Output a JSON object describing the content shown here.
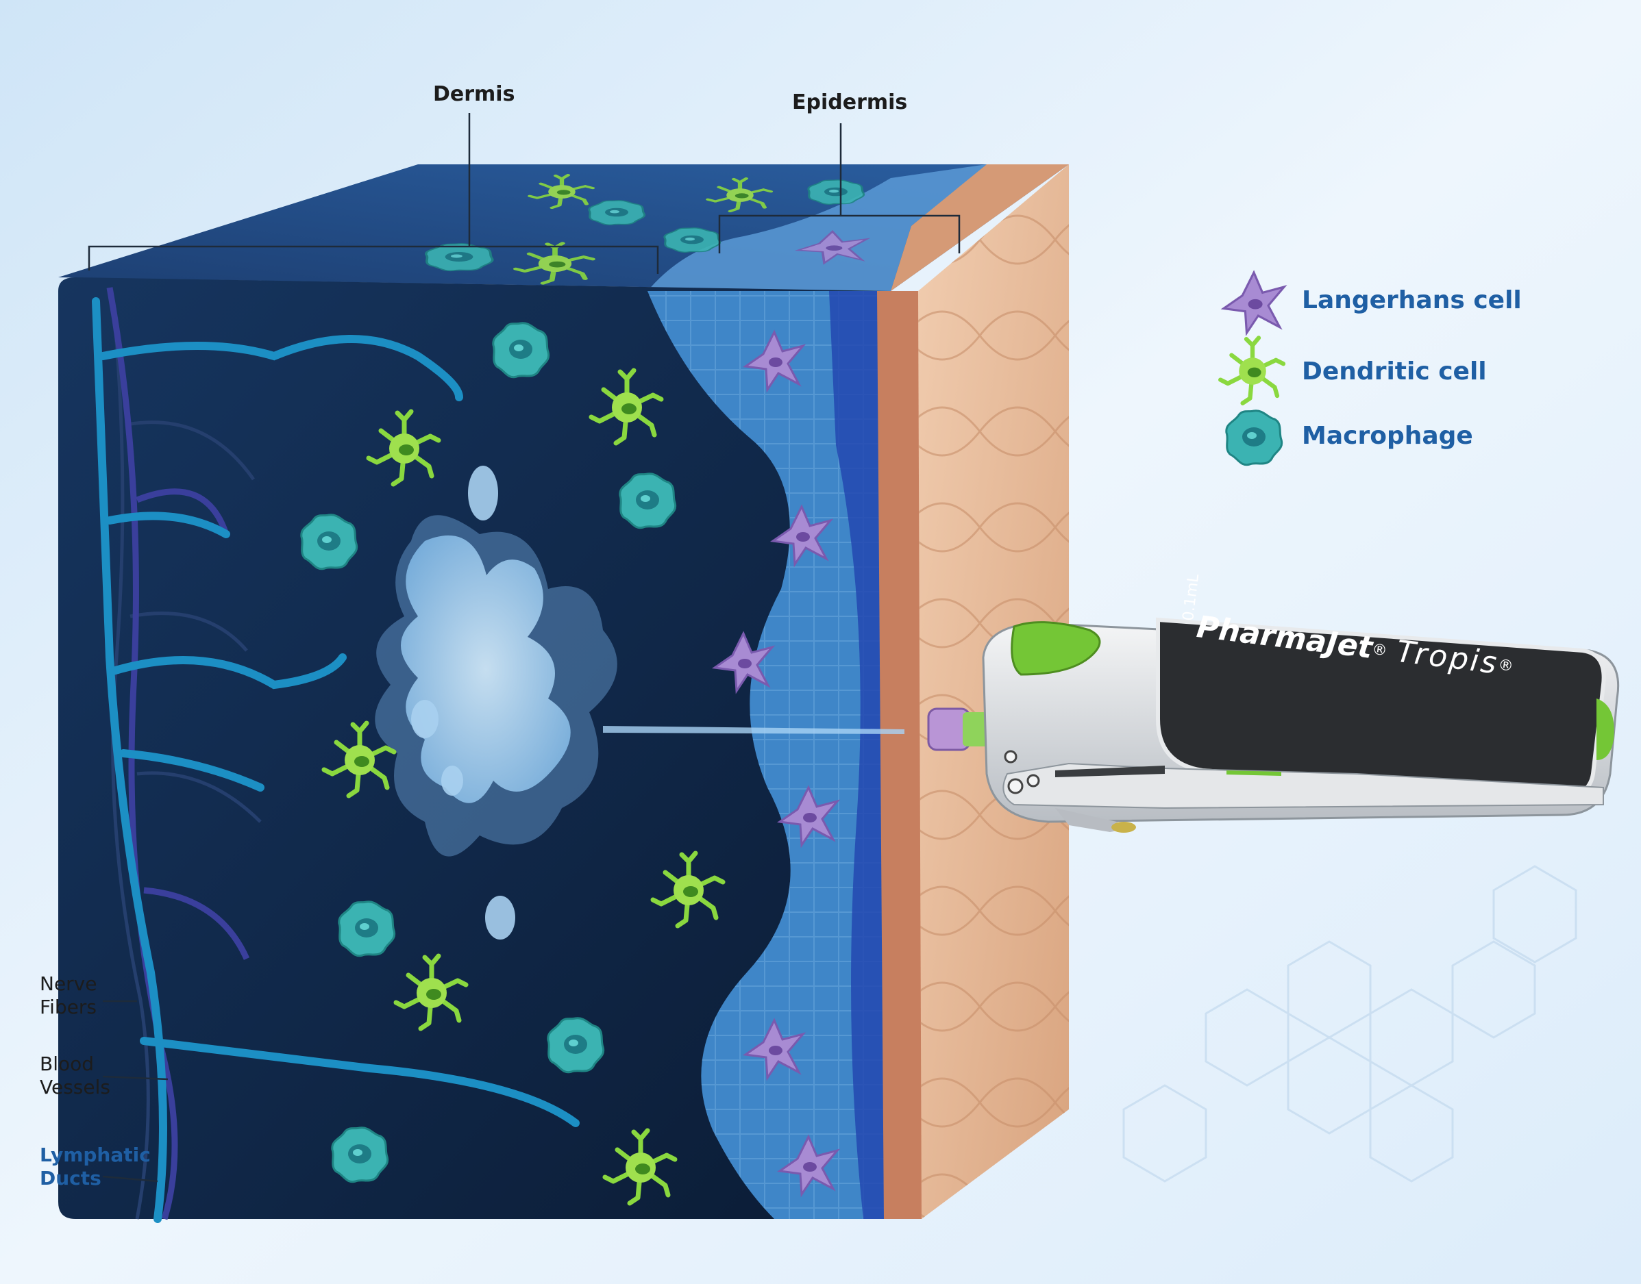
{
  "labels": {
    "dermis": "Dermis",
    "epidermis": "Epidermis",
    "nerve_fibers": [
      "Nerve",
      "Fibers"
    ],
    "blood_vessels": [
      "Blood",
      "Vessels"
    ],
    "lymphatic_ducts": [
      "Lymphatic",
      "Ducts"
    ]
  },
  "legend": [
    {
      "label": "Langerhans cell",
      "icon": "langerhans-cell-icon",
      "color": "#9b7cc9"
    },
    {
      "label": "Dendritic cell",
      "icon": "dendritic-cell-icon",
      "color": "#7ed23c"
    },
    {
      "label": "Macrophage",
      "icon": "macrophage-icon",
      "color": "#2fa6a6"
    }
  ],
  "device": {
    "brand": "PharmaJet",
    "model": "Tropis",
    "registered": "®",
    "volume": "0.1mL"
  },
  "colors": {
    "dermis": "#0f2747",
    "epidermis": "#3f86c8",
    "skin": "#e7b998",
    "legend_text": "#1f5fa4",
    "accent_green": "#7ccf2f"
  }
}
